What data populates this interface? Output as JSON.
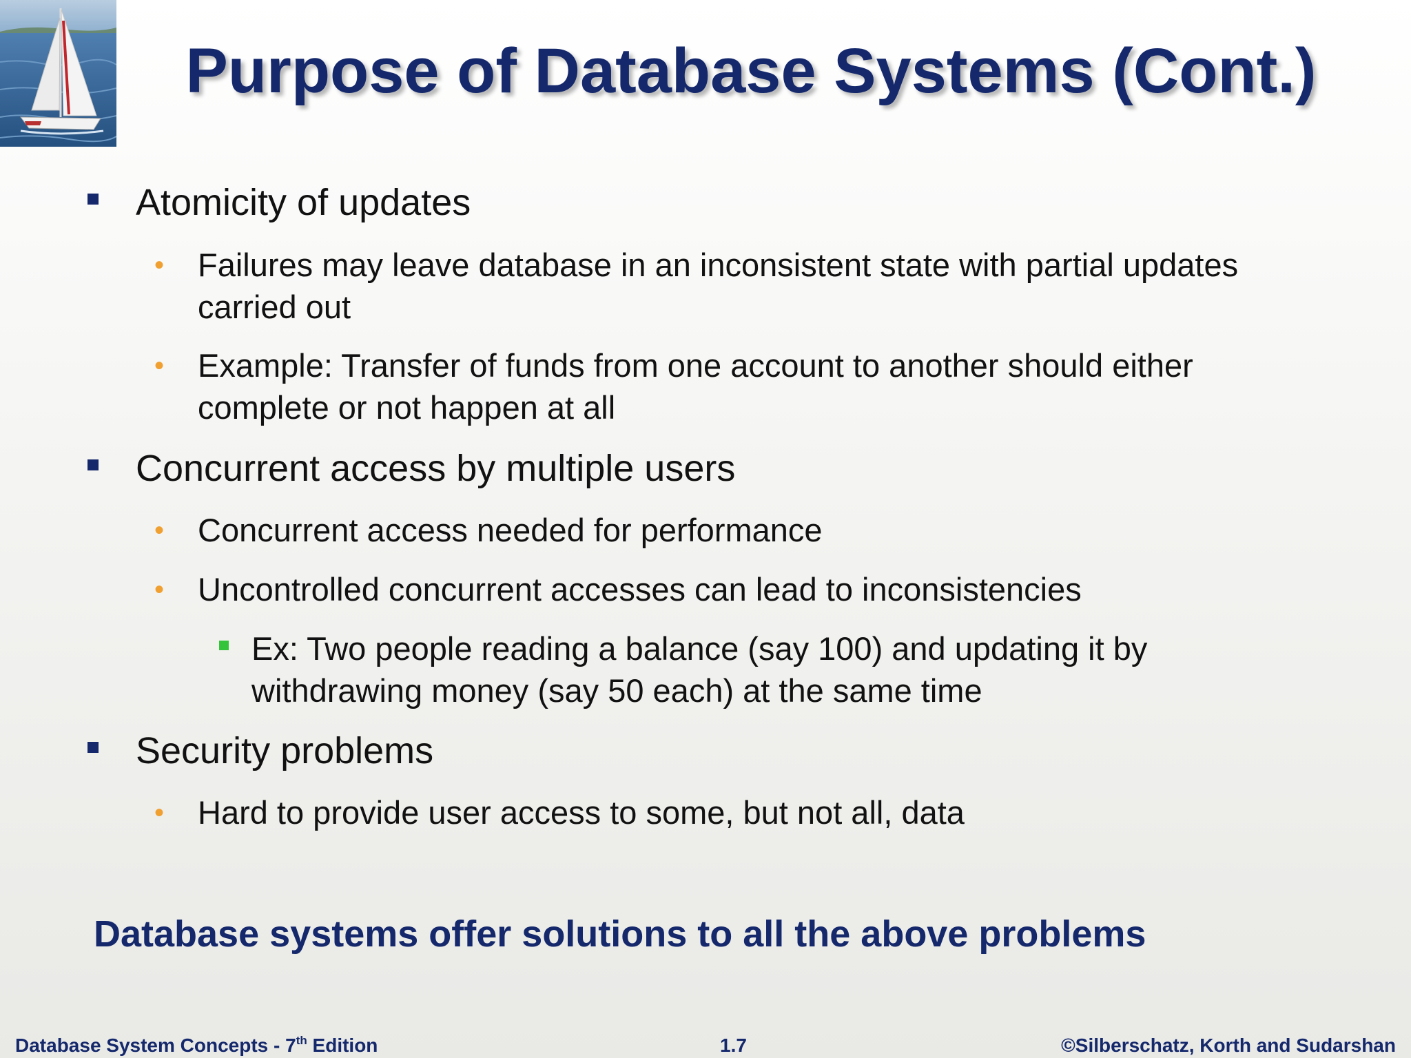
{
  "slide": {
    "title": "Purpose of Database Systems (Cont.)",
    "bullets": [
      {
        "text": "Atomicity of updates",
        "children": [
          {
            "line1": "Failures may leave database in an inconsistent state with partial updates",
            "line2": "carried out"
          },
          {
            "line1": "Example: Transfer of funds from one account to another should either",
            "line2": "complete or not happen at all"
          }
        ]
      },
      {
        "text": "Concurrent access by multiple users",
        "children": [
          {
            "line1": "Concurrent access needed for performance"
          },
          {
            "line1": "Uncontrolled concurrent accesses can lead to inconsistencies",
            "children": [
              {
                "line1": "Ex: Two people reading a balance (say 100) and updating it by",
                "line2": "withdrawing money (say 50 each) at the same time"
              }
            ]
          }
        ]
      },
      {
        "text": "Security problems",
        "children": [
          {
            "line1": "Hard to provide user access to some, but not all, data"
          }
        ]
      }
    ],
    "conclusion": "Database systems offer solutions to all the above problems"
  },
  "footer": {
    "book_title": "Database System Concepts - 7",
    "edition_superscript": "th",
    "edition_word": " Edition",
    "slide_number": "1.7",
    "copyright": "©Silberschatz, Korth and Sudarshan"
  },
  "colors": {
    "title": "#14286b",
    "level1_marker": "#14286b",
    "level2_marker": "#f0a030",
    "level3_marker": "#34c43c"
  },
  "icons": {
    "logo": "sailboat-image"
  }
}
